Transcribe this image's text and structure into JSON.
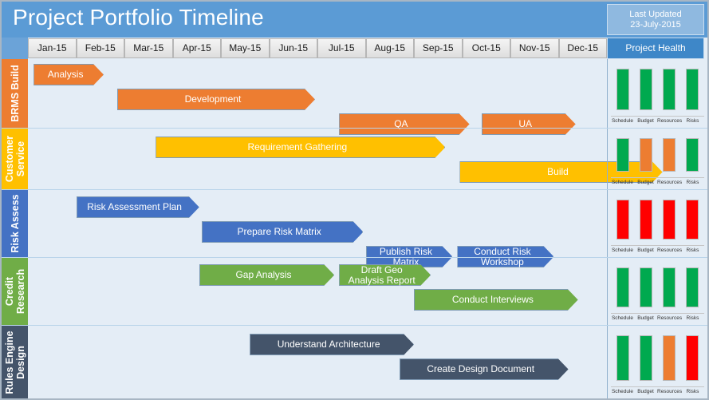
{
  "header": {
    "title": "Project Portfolio Timeline",
    "last_updated_label": "Last Updated",
    "last_updated_value": "23-July-2015",
    "health_column_header": "Project Health"
  },
  "timeline": {
    "months": [
      "Jan-15",
      "Feb-15",
      "Mar-15",
      "Apr-15",
      "May-15",
      "Jun-15",
      "Jul-15",
      "Aug-15",
      "Sep-15",
      "Oct-15",
      "Nov-15",
      "Dec-15"
    ]
  },
  "health_metrics": [
    "Schedule",
    "Budget",
    "Resources",
    "Risks"
  ],
  "status_colors": {
    "green": "#00A94F",
    "amber": "#ED7D31",
    "red": "#FF0000"
  },
  "rows": [
    {
      "label": "BRMS Build",
      "label_color": "#ED7D31",
      "bar_color": "#ED7D31",
      "tasks": [
        {
          "name": "Analysis",
          "start_month": 0.12,
          "span": 1.45,
          "line": 0
        },
        {
          "name": "Development",
          "start_month": 1.85,
          "span": 4.1,
          "line": 1
        },
        {
          "name": "QA",
          "start_month": 6.45,
          "span": 2.7,
          "line": 2
        },
        {
          "name": "UA",
          "start_month": 9.4,
          "span": 1.95,
          "line": 2
        }
      ],
      "health": [
        "green",
        "green",
        "green",
        "green"
      ]
    },
    {
      "label": "Customer Service",
      "label_color": "#FFC000",
      "bar_color": "#FFC000",
      "tasks": [
        {
          "name": "Requirement Gathering",
          "start_month": 2.65,
          "span": 6.0,
          "line": 0
        },
        {
          "name": "Build",
          "start_month": 8.95,
          "span": 4.2,
          "line": 1
        }
      ],
      "health": [
        "green",
        "amber",
        "amber",
        "green"
      ]
    },
    {
      "label": "Risk Assess",
      "label_color": "#4472C4",
      "bar_color": "#4472C4",
      "tasks": [
        {
          "name": "Risk Assessment Plan",
          "start_month": 1.0,
          "span": 2.55,
          "line": 0
        },
        {
          "name": "Prepare Risk Matrix",
          "start_month": 3.6,
          "span": 3.35,
          "line": 1
        },
        {
          "name": "Publish Risk Matrix",
          "start_month": 7.0,
          "span": 1.8,
          "line": 2
        },
        {
          "name": "Conduct Risk Workshop",
          "start_month": 8.9,
          "span": 2.0,
          "line": 2
        }
      ],
      "health": [
        "red",
        "red",
        "red",
        "red"
      ]
    },
    {
      "label": "Credit Research",
      "label_color": "#70AD47",
      "bar_color": "#70AD47",
      "tasks": [
        {
          "name": "Gap Analysis",
          "start_month": 3.55,
          "span": 2.8,
          "line": 0
        },
        {
          "name": "Draft Geo Analysis Report",
          "start_month": 6.45,
          "span": 1.9,
          "line": 0
        },
        {
          "name": "Conduct Interviews",
          "start_month": 8.0,
          "span": 3.4,
          "line": 1
        }
      ],
      "health": [
        "green",
        "green",
        "green",
        "green"
      ]
    },
    {
      "label": "Rules Engine Design",
      "label_color": "#44546A",
      "bar_color": "#44546A",
      "tasks": [
        {
          "name": "Understand Architecture",
          "start_month": 4.6,
          "span": 3.4,
          "line": 0
        },
        {
          "name": "Create Design Document",
          "start_month": 7.7,
          "span": 3.5,
          "line": 1
        }
      ],
      "health": [
        "green",
        "green",
        "amber",
        "red"
      ]
    }
  ]
}
